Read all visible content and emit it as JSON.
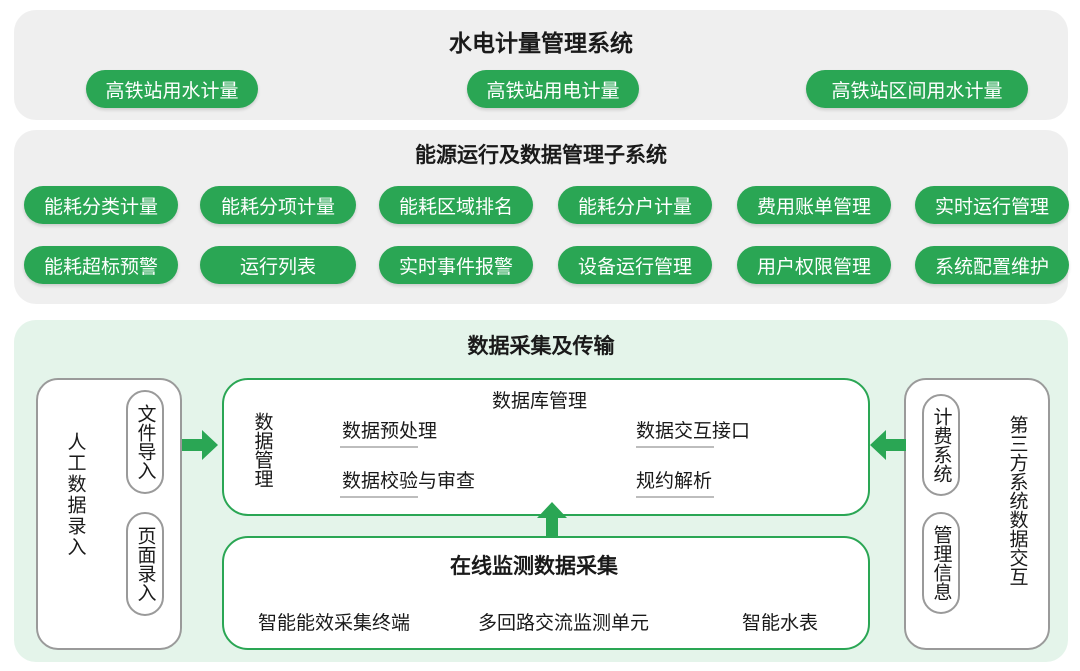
{
  "top_panel": {
    "title": "水电计量管理系统",
    "items": [
      "高铁站用水计量",
      "高铁站用电计量",
      "高铁站区间用水计量"
    ]
  },
  "middle_panel": {
    "title": "能源运行及数据管理子系统",
    "row1": [
      "能耗分类计量",
      "能耗分项计量",
      "能耗区域排名",
      "能耗分户计量",
      "费用账单管理",
      "实时运行管理"
    ],
    "row2": [
      "能耗超标预警",
      "运行列表",
      "实时事件报警",
      "设备运行管理",
      "用户权限管理",
      "系统配置维护"
    ]
  },
  "bottom_panel": {
    "title": "数据采集及传输",
    "manual_entry": {
      "label": "人工数据录入",
      "file_import": "文件导入",
      "page_entry": "页面录入"
    },
    "database": {
      "title": "数据库管理",
      "side_label": "数据管理",
      "items": [
        "数据预处理",
        "数据交互接口",
        "数据校验与审查",
        "规约解析"
      ]
    },
    "online": {
      "title": "在线监测数据采集",
      "items": [
        "智能能效采集终端",
        "多回路交流监测单元",
        "智能水表"
      ]
    },
    "third_party": {
      "label": "第三方系统数据交互",
      "billing": "计费系统",
      "management": "管理信息"
    }
  },
  "colors": {
    "accent": "#2aa654",
    "panel_gray": "#efefef",
    "panel_green": "#e4f4ea",
    "outline_gray": "#9a9a9a"
  }
}
